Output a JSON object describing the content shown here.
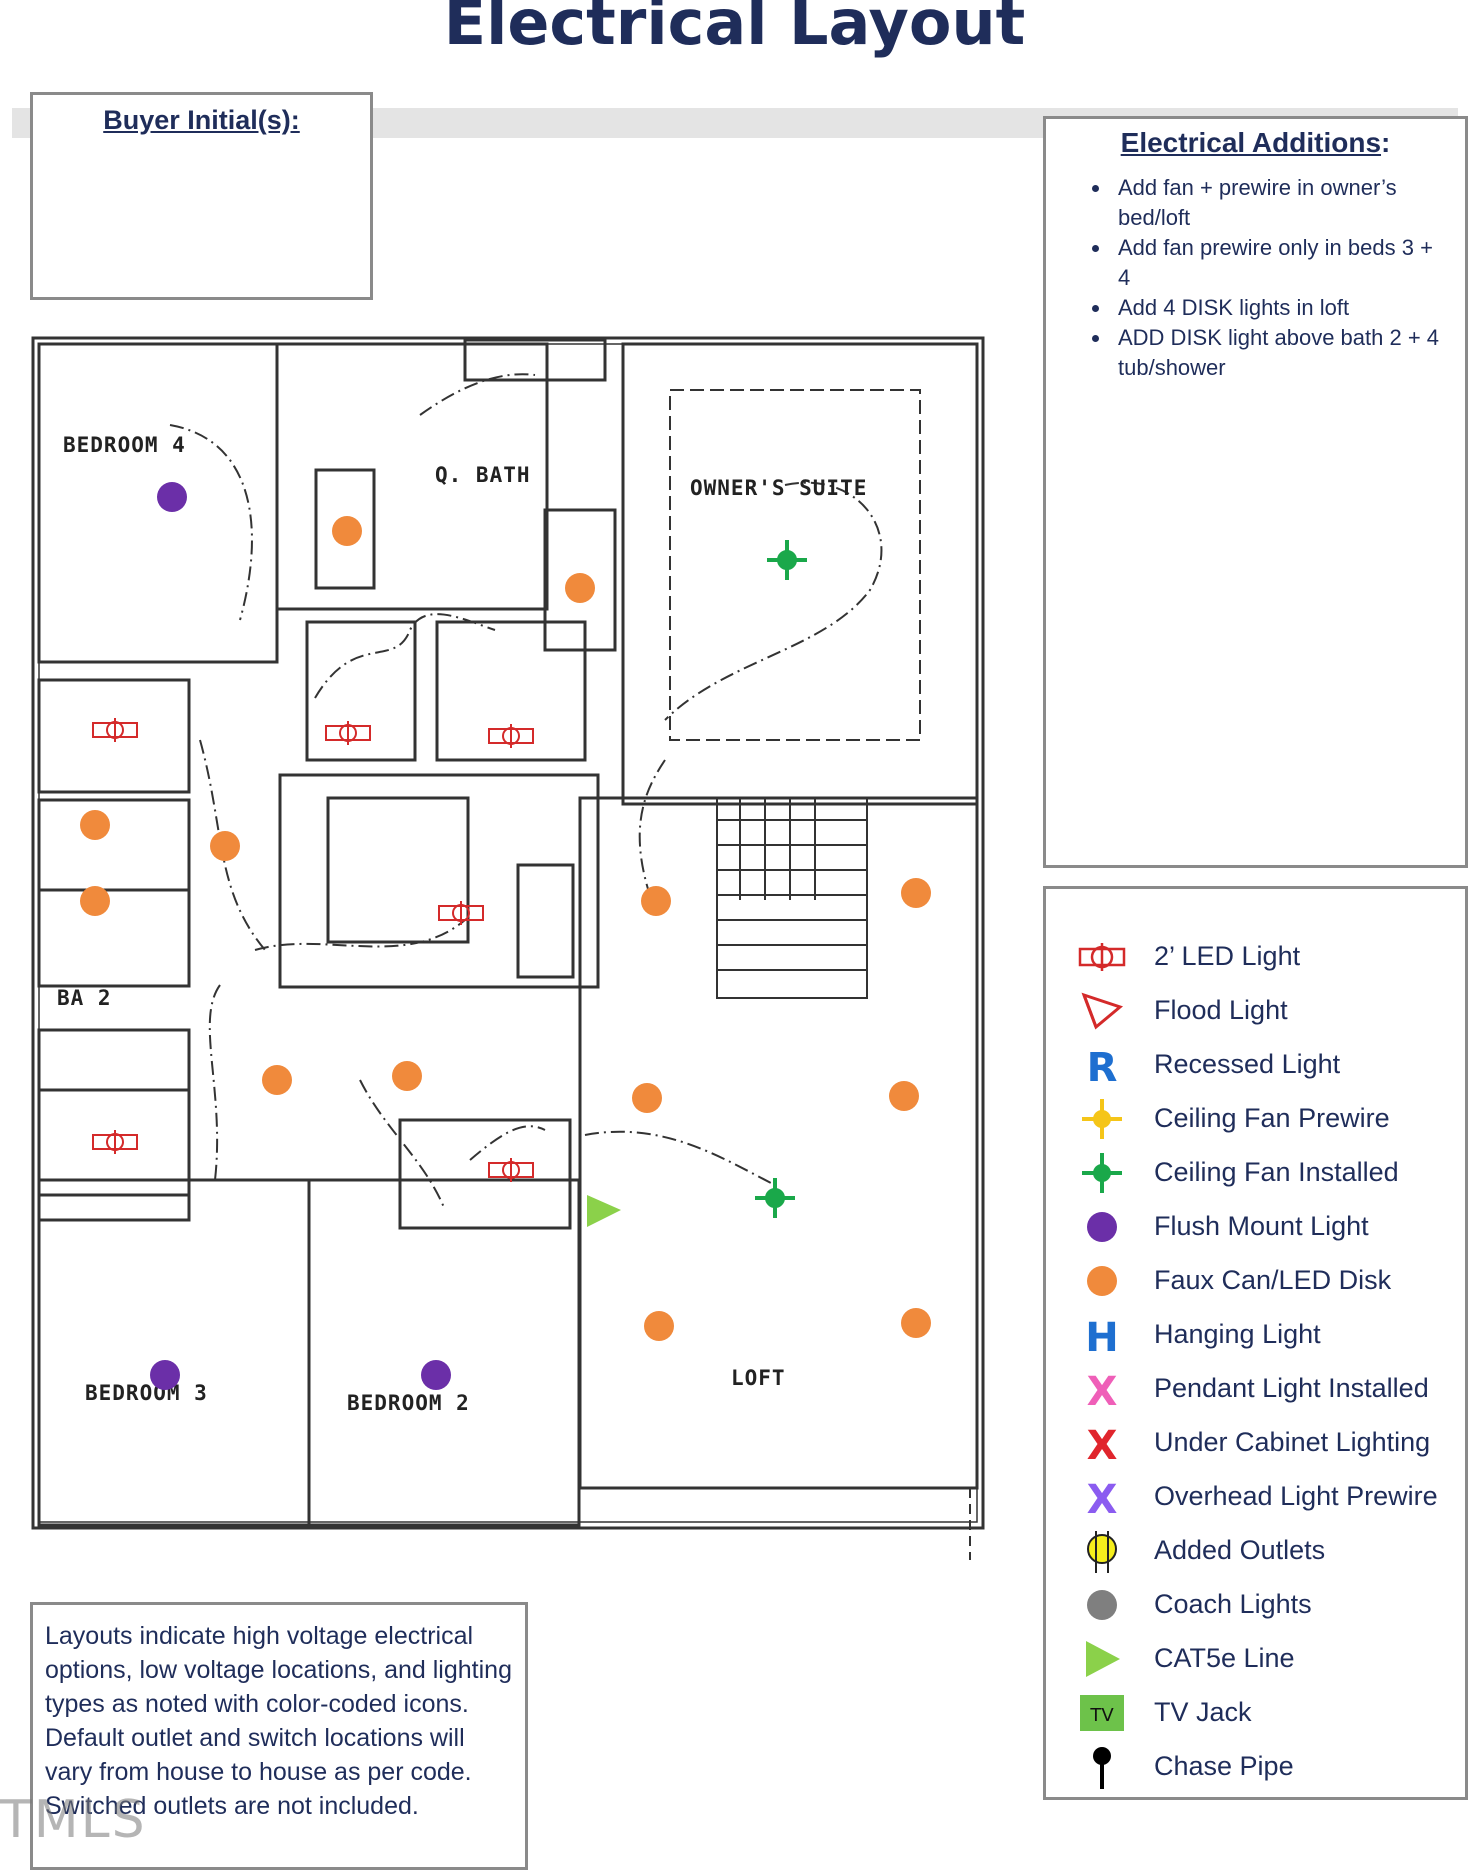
{
  "title": "Electrical Layout",
  "buyer_initials_label": "Buyer Initial(s):",
  "additions": {
    "heading": "Electrical Additions",
    "heading_colon": ":",
    "items": [
      "Add fan + prewire in owner’s bed/loft",
      "Add fan prewire only in beds 3 + 4",
      "Add 4 DISK lights in loft",
      "ADD DISK light above bath 2 + 4 tub/shower"
    ]
  },
  "legend": [
    {
      "icon": "led-light-icon",
      "label": "2’ LED Light",
      "color": "#d42a2a"
    },
    {
      "icon": "flood-light-icon",
      "label": "Flood Light",
      "color": "#d42a2a"
    },
    {
      "icon": "recessed-light-icon",
      "label": "Recessed Light",
      "color": "#1e6fd0",
      "glyph": "R"
    },
    {
      "icon": "ceiling-fan-prewire-icon",
      "label": "Ceiling Fan Prewire",
      "color": "#f5c518"
    },
    {
      "icon": "ceiling-fan-installed-icon",
      "label": "Ceiling Fan Installed",
      "color": "#1aa84a"
    },
    {
      "icon": "flush-mount-light-icon",
      "label": "Flush Mount Light",
      "color": "#6b2fa8"
    },
    {
      "icon": "faux-can-led-disk-icon",
      "label": "Faux Can/LED Disk",
      "color": "#f08a3c"
    },
    {
      "icon": "hanging-light-icon",
      "label": "Hanging Light",
      "color": "#1e6fd0",
      "glyph": "H"
    },
    {
      "icon": "pendant-light-icon",
      "label": "Pendant Light Installed",
      "color": "#ef5fb8",
      "glyph": "X"
    },
    {
      "icon": "under-cabinet-lighting-icon",
      "label": "Under Cabinet Lighting",
      "color": "#e0252d",
      "glyph": "X"
    },
    {
      "icon": "overhead-light-prewire-icon",
      "label": "Overhead Light Prewire",
      "color": "#8b5cf0",
      "glyph": "X"
    },
    {
      "icon": "added-outlets-icon",
      "label": "Added Outlets",
      "color": "#f5ee1c"
    },
    {
      "icon": "coach-lights-icon",
      "label": "Coach Lights",
      "color": "#7f7f7f"
    },
    {
      "icon": "cat5e-line-icon",
      "label": "CAT5e Line",
      "color": "#8bd14a"
    },
    {
      "icon": "tv-jack-icon",
      "label": "TV Jack",
      "color": "#6dc24a",
      "glyph": "TV"
    },
    {
      "icon": "chase-pipe-icon",
      "label": "Chase Pipe",
      "color": "#000000"
    }
  ],
  "rooms": {
    "bedroom4": "BEDROOM 4",
    "qbath": "Q. BATH",
    "owners_suite": "OWNER'S SUITE",
    "ba2": "BA 2",
    "loft": "LOFT",
    "bedroom3": "BEDROOM 3",
    "bedroom2": "BEDROOM 2"
  },
  "note_text": "Layouts indicate high voltage electrical options, low voltage locations, and lighting types as noted with color-coded icons. Default outlet and switch locations will vary from house to house as per code. Switched outlets are not included.",
  "watermark": "TMLS",
  "colors": {
    "title": "#1f2d5a",
    "faux_can": "#f08a3c",
    "flush_mount": "#6b2fa8",
    "fan_installed": "#1aa84a",
    "led": "#d42a2a",
    "cat5e": "#8bd14a"
  }
}
